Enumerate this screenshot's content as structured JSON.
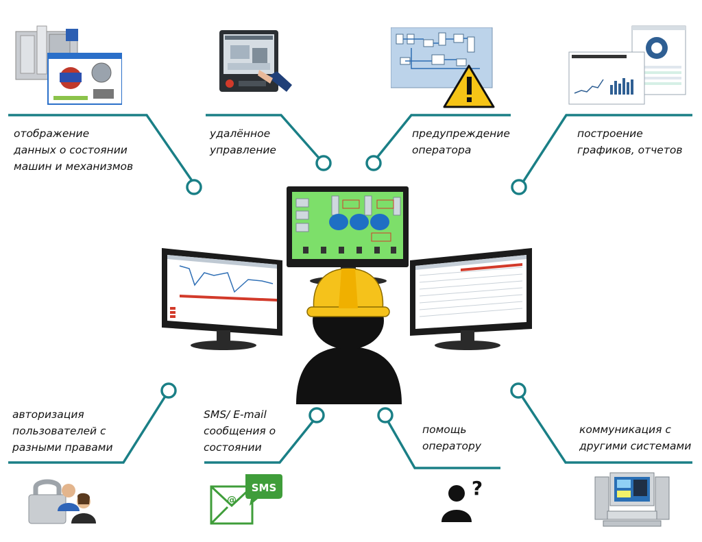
{
  "features": {
    "top": [
      {
        "lines": [
          "отображение",
          "данных о состоянии",
          "машин и механизмов"
        ],
        "icon": "machine-monitor-icon"
      },
      {
        "lines": [
          "удалённое",
          "управление"
        ],
        "icon": "touch-panel-icon"
      },
      {
        "lines": [
          "предупреждение",
          "оператора"
        ],
        "icon": "warning-scheme-icon"
      },
      {
        "lines": [
          "построение",
          "графиков, отчетов"
        ],
        "icon": "report-charts-icon"
      }
    ],
    "bottom": [
      {
        "lines": [
          "авторизация",
          "пользователей с",
          "разными правами"
        ],
        "icon": "lock-users-icon"
      },
      {
        "lines": [
          "SMS/ E-mail",
          "сообщения о",
          "состоянии"
        ],
        "icon": "sms-email-icon"
      },
      {
        "lines": [
          "помощь",
          "оператору"
        ],
        "icon": "help-user-icon"
      },
      {
        "lines": [
          "коммуникация с",
          "другими системами"
        ],
        "icon": "server-computer-icon"
      }
    ]
  },
  "center": {
    "icon": "operator-with-monitors-icon",
    "sms_badge": "SMS",
    "email_symbol": "@",
    "help_symbol": "?"
  },
  "colors": {
    "connector": "#1a7f86",
    "helmet": "#f5c21b",
    "operator": "#111111"
  }
}
